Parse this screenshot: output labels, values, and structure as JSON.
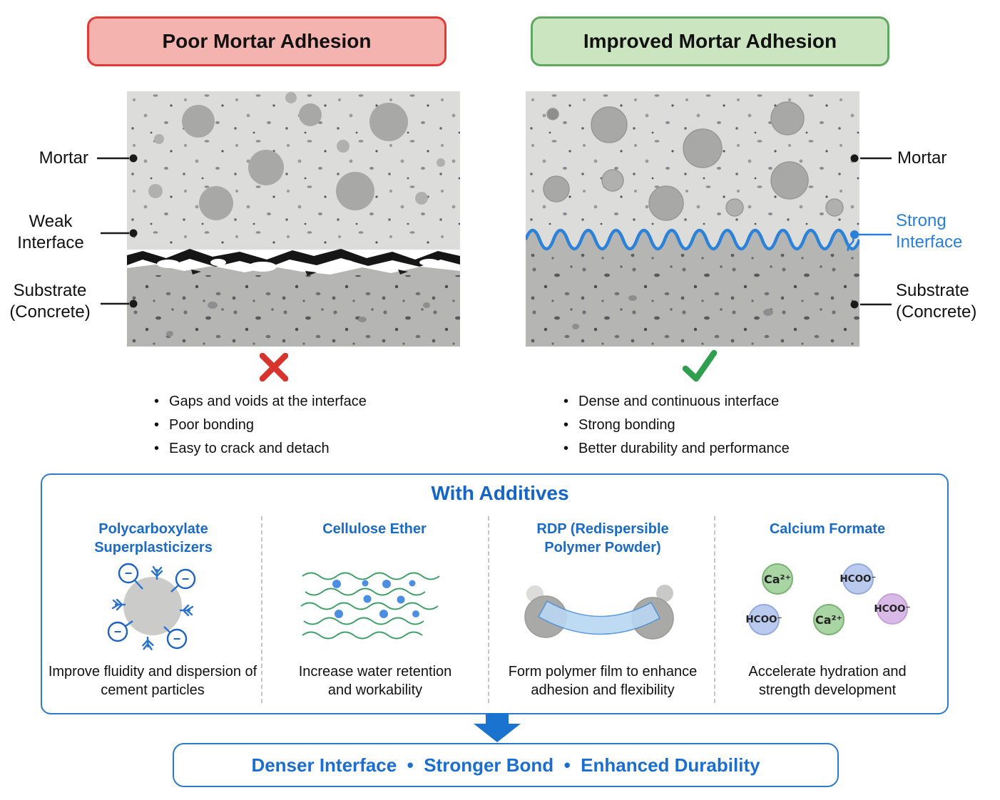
{
  "headers": {
    "poor": "Poor Mortar Adhesion",
    "improved": "Improved Mortar Adhesion"
  },
  "left_panel": {
    "labels": {
      "mortar": "Mortar",
      "interface": "Weak Interface",
      "substrate": "Substrate (Concrete)"
    },
    "bullets": [
      "Gaps and voids at the interface",
      "Poor bonding",
      "Easy to crack and detach"
    ]
  },
  "right_panel": {
    "labels": {
      "mortar": "Mortar",
      "interface": "Strong Interface",
      "substrate": "Substrate (Concrete)"
    },
    "bullets": [
      "Dense and continuous interface",
      "Strong bonding",
      "Better durability and performance"
    ]
  },
  "additives": {
    "title": "With Additives",
    "columns": [
      {
        "title": "Polycarboxylate Superplasticizers",
        "caption": "Improve fluidity and dispersion of cement particles"
      },
      {
        "title": "Cellulose Ether",
        "caption": "Increase water retention and workability"
      },
      {
        "title": "RDP (Redispersible Polymer Powder)",
        "caption": "Form polymer film to enhance adhesion and flexibility"
      },
      {
        "title": "Calcium Formate",
        "caption": "Accelerate hydration and strength development",
        "ions": [
          {
            "label": "Ca²⁺",
            "type": "calcium"
          },
          {
            "label": "HCOO⁻",
            "type": "formate"
          },
          {
            "label": "HCOO⁻",
            "type": "formate"
          },
          {
            "label": "Ca²⁺",
            "type": "calcium"
          },
          {
            "label": "HCOO⁻",
            "type": "formate-alt"
          }
        ]
      }
    ]
  },
  "result": "Denser Interface  •  Stronger Bond  •  Enhanced Durability",
  "icons": {
    "minus": "−"
  },
  "colors": {
    "poor_bg": "#f5b3b0",
    "poor_border": "#e23a36",
    "improved_bg": "#cbe5c0",
    "improved_border": "#5fa85f",
    "accent_blue": "#1a6ed0",
    "strong_interface_blue": "#2b7fd6",
    "cross_red": "#d7342e",
    "check_green": "#2f9e4f",
    "mortar_gray": "#dcdcda",
    "substrate_gray": "#b5b5b3"
  }
}
